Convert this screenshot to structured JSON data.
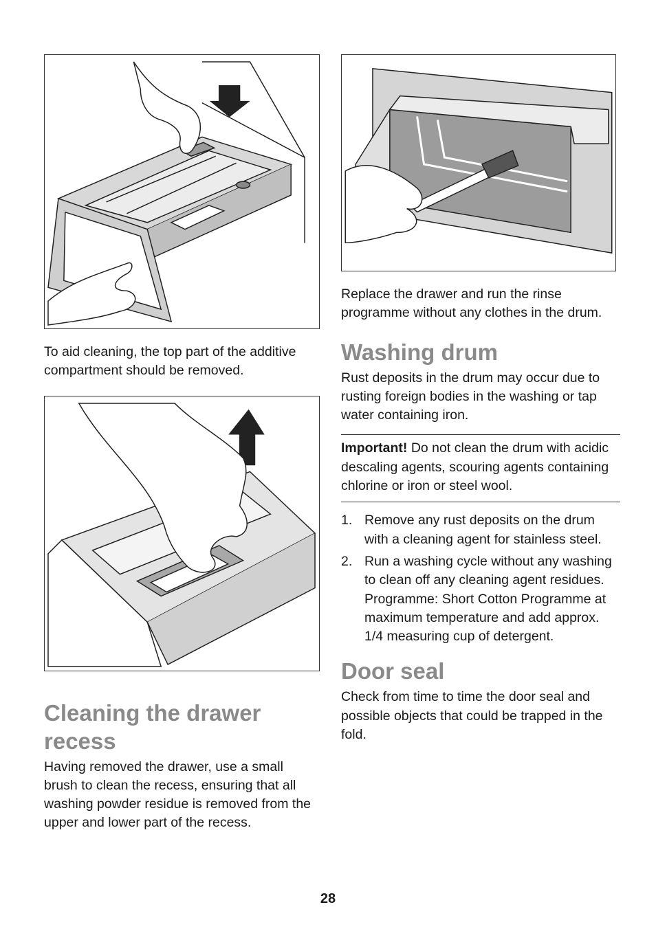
{
  "left": {
    "caption_aid": "To aid cleaning, the top part of the additive compartment should be removed.",
    "heading_cleaning": "Cleaning the drawer recess",
    "body_cleaning": "Having removed the drawer, use a small brush to clean the recess, ensuring that all washing powder residue is removed from the upper and lower part of the recess."
  },
  "right": {
    "caption_replace": "Replace the drawer and run the rinse programme without any clothes in the drum.",
    "heading_washing": "Washing drum",
    "body_rust": "Rust deposits in the drum may occur due to rusting foreign bodies in the washing or tap water containing iron.",
    "important_lead": "Important!",
    "important_text": " Do not clean the drum with acidic descaling agents, scouring agents containing chlorine or iron or steel wool.",
    "steps": [
      {
        "num": "1.",
        "text": "Remove any rust deposits on the drum with a cleaning agent for stainless steel."
      },
      {
        "num": "2.",
        "text": "Run a washing cycle without any washing to clean off any cleaning agent residues. Programme: Short Cotton Programme at maximum temperature and add approx. 1/4 measuring cup of detergent."
      }
    ],
    "heading_door": "Door seal",
    "body_door": "Check from time to time the door seal and possible objects that could be trapped in the fold."
  },
  "page_number": "28",
  "colors": {
    "heading": "#8a8a8a",
    "text": "#1a1a1a",
    "illustration_grey": "#c8c8c8"
  }
}
